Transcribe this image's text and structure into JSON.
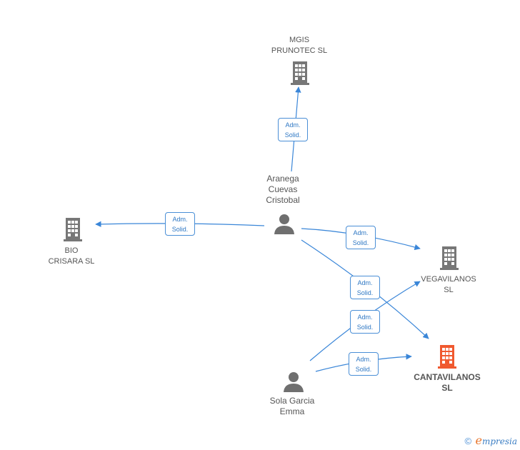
{
  "colors": {
    "edge": "#3a86d8",
    "company": "#777777",
    "main_company": "#f0592f",
    "person": "#6f6f6f"
  },
  "companies": {
    "mgis": {
      "lines": [
        "MGIS",
        "PRUNOTEC  SL"
      ],
      "icon": "building-icon"
    },
    "bio": {
      "lines": [
        "BIO",
        "CRISARA SL"
      ],
      "icon": "building-icon"
    },
    "vegavilanos": {
      "lines": [
        "VEGAVILANOS",
        "SL"
      ],
      "icon": "building-icon"
    },
    "cantavilanos": {
      "lines": [
        "CANTAVILANOS",
        "SL"
      ],
      "icon": "building-icon",
      "highlighted": true
    }
  },
  "persons": {
    "aranega": {
      "lines": [
        "Aranega",
        "Cuevas",
        "Cristobal"
      ],
      "icon": "person-icon"
    },
    "sola": {
      "lines": [
        "Sola Garcia",
        "Emma"
      ],
      "icon": "person-icon"
    }
  },
  "edges": [
    {
      "from": "Aranega Cuevas Cristobal",
      "to": "MGIS PRUNOTEC SL",
      "label": [
        "Adm.",
        "Solid."
      ]
    },
    {
      "from": "Aranega Cuevas Cristobal",
      "to": "BIO CRISARA SL",
      "label": [
        "Adm.",
        "Solid."
      ]
    },
    {
      "from": "Aranega Cuevas Cristobal",
      "to": "VEGAVILANOS SL",
      "label": [
        "Adm.",
        "Solid."
      ]
    },
    {
      "from": "Aranega Cuevas Cristobal",
      "to": "CANTAVILANOS SL",
      "label": [
        "Adm.",
        "Solid."
      ]
    },
    {
      "from": "Sola Garcia Emma",
      "to": "VEGAVILANOS SL",
      "label": [
        "Adm.",
        "Solid."
      ]
    },
    {
      "from": "Sola Garcia Emma",
      "to": "CANTAVILANOS SL",
      "label": [
        "Adm.",
        "Solid."
      ]
    }
  ],
  "footer": {
    "copyright": "©",
    "brand_first": "e",
    "brand_rest": "mpresia"
  }
}
